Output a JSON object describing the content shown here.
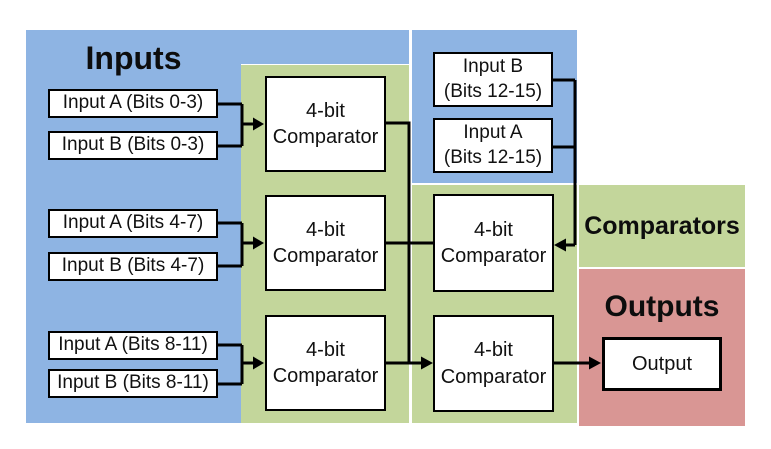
{
  "regions": {
    "inputs_label": "Inputs",
    "comparators_label": "Comparators",
    "outputs_label": "Outputs"
  },
  "colors": {
    "inputs_bg": "#8EB4E3",
    "comparators_bg": "#C3D69B",
    "outputs_bg": "#D99694",
    "box_bg": "#FFFFFF",
    "wire": "#000000",
    "text": "#111111"
  },
  "boxes": {
    "input_a_bits_0_3": "Input A (Bits 0-3)",
    "input_b_bits_0_3": "Input B (Bits 0-3)",
    "input_a_bits_4_7": "Input A (Bits 4-7)",
    "input_b_bits_4_7": "Input B (Bits 4-7)",
    "input_a_bits_8_11": "Input A (Bits 8-11)",
    "input_b_bits_8_11": "Input B (Bits 8-11)",
    "input_b_bits_12_15": "Input B\n(Bits 12-15)",
    "input_a_bits_12_15": "Input A\n(Bits 12-15)",
    "comparator_label": "4-bit\nComparator",
    "output_label": "Output"
  }
}
